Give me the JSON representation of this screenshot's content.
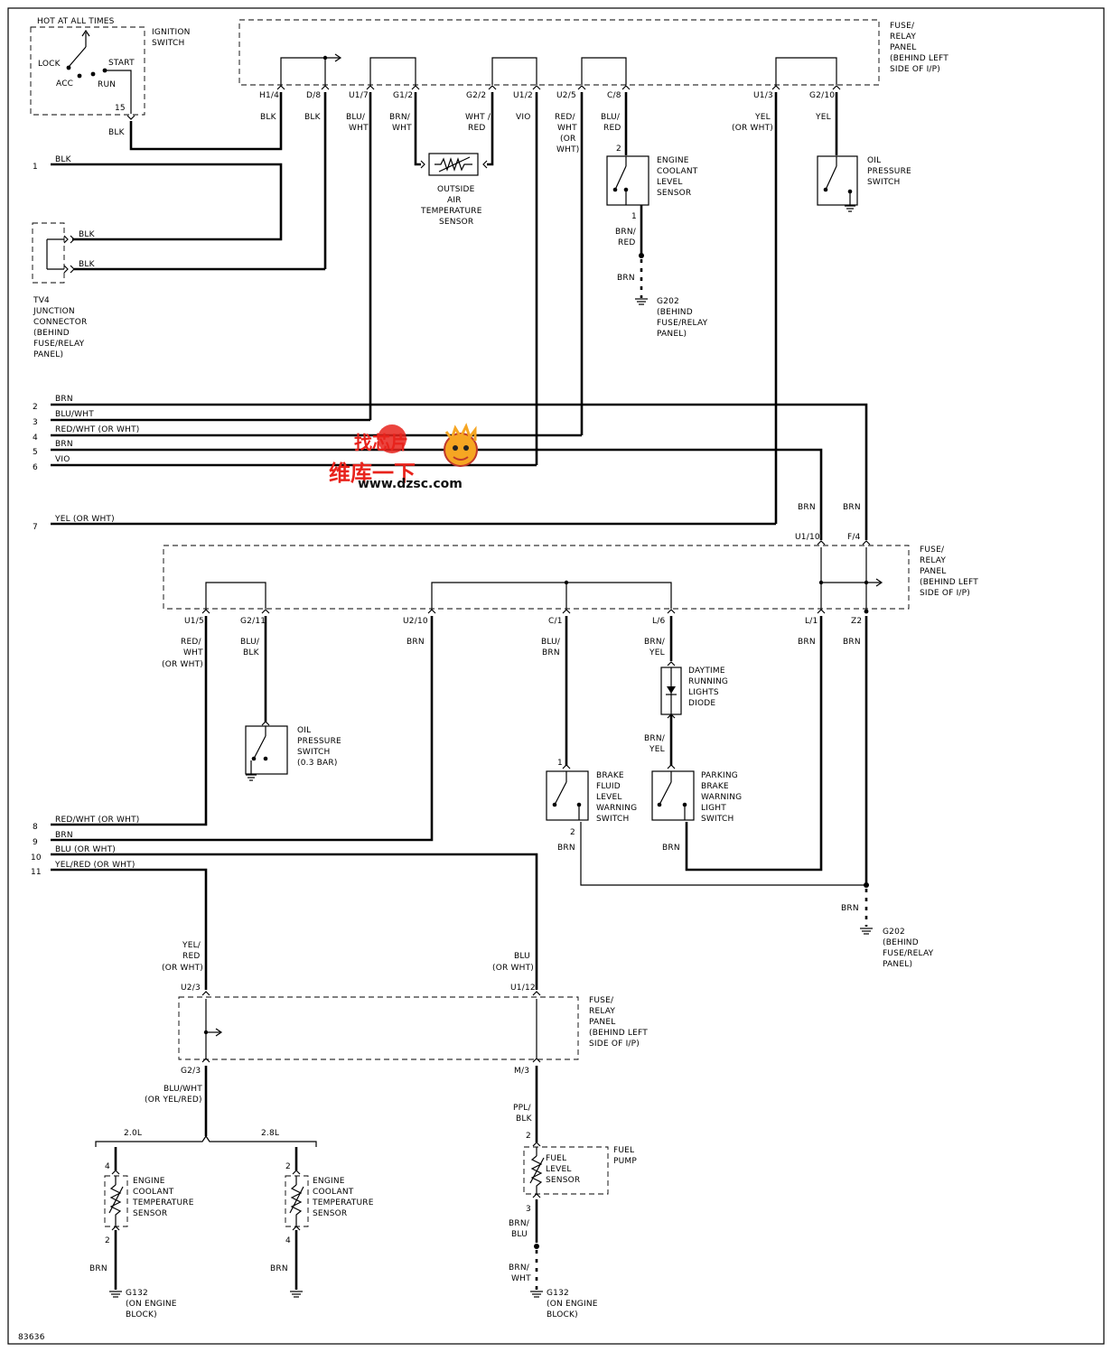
{
  "title": {
    "hot": "HOT AT ALL TIMES",
    "fig_id": "83636"
  },
  "panels": {
    "top": [
      "FUSE/",
      "RELAY",
      "PANEL",
      "(BEHIND LEFT",
      "SIDE OF I/P)"
    ],
    "middle": [
      "FUSE/",
      "RELAY",
      "PANEL",
      "(BEHIND LEFT",
      "SIDE OF I/P)"
    ],
    "bottom": [
      "FUSE/",
      "RELAY",
      "PANEL",
      "(BEHIND LEFT",
      "SIDE OF I/P)"
    ]
  },
  "components": {
    "ignition": [
      "IGNITION",
      "SWITCH"
    ],
    "ign_positions": {
      "lock": "LOCK",
      "acc": "ACC",
      "run": "RUN",
      "start": "START",
      "pin": "15"
    },
    "tv4": [
      "TV4",
      "JUNCTION",
      "CONNECTOR",
      "(BEHIND",
      "FUSE/RELAY",
      "PANEL)"
    ],
    "oat": [
      "OUTSIDE",
      "AIR",
      "TEMPERATURE",
      "SENSOR"
    ],
    "eclevel": [
      "ENGINE",
      "COOLANT",
      "LEVEL",
      "SENSOR"
    ],
    "oilpress": [
      "OIL",
      "PRESSURE",
      "SWITCH"
    ],
    "oilpress03": [
      "OIL",
      "PRESSURE",
      "SWITCH",
      "(0.3 BAR)"
    ],
    "drl": [
      "DAYTIME",
      "RUNNING",
      "LIGHTS",
      "DIODE"
    ],
    "brakefluid": [
      "BRAKE",
      "FLUID",
      "LEVEL",
      "WARNING",
      "SWITCH"
    ],
    "parkbrake": [
      "PARKING",
      "BRAKE",
      "WARNING",
      "LIGHT",
      "SWITCH"
    ],
    "ect": [
      "ENGINE",
      "COOLANT",
      "TEMPERATURE",
      "SENSOR"
    ],
    "fuellevel": [
      "FUEL",
      "LEVEL",
      "SENSOR"
    ],
    "fuelpump": [
      "FUEL",
      "PUMP"
    ],
    "engine20": "2.0L",
    "engine28": "2.8L"
  },
  "grounds": {
    "g202_top": [
      "G202",
      "(BEHIND",
      "FUSE/RELAY",
      "PANEL)"
    ],
    "g202_mid": [
      "G202",
      "(BEHIND",
      "FUSE/RELAY",
      "PANEL)"
    ],
    "g132_left": [
      "G132",
      "(ON ENGINE",
      "BLOCK)"
    ],
    "g132_right": [
      "G132",
      "(ON ENGINE",
      "BLOCK)"
    ]
  },
  "connectors_top": [
    "H1/4",
    "D/8",
    "U1/7",
    "G1/2",
    "G2/2",
    "U1/2",
    "U2/5",
    "C/8",
    "U1/3",
    "G2/10"
  ],
  "connectors_mid_top": [
    "U1/10",
    "F/4"
  ],
  "connectors_mid": [
    "U1/5",
    "G2/11",
    "U2/10",
    "C/1",
    "L/6",
    "L/1",
    "Z2"
  ],
  "connectors_bot_top": [
    "U2/3",
    "U1/12"
  ],
  "connectors_bot": [
    "G2/3",
    "M/3"
  ],
  "pins": [
    "1",
    "2",
    "3",
    "4",
    "5",
    "6",
    "7",
    "8",
    "9",
    "10",
    "11"
  ],
  "cmp_pins": {
    "eclevel_a": "2",
    "eclevel_b": "1",
    "bf_a": "1",
    "bf_b": "2",
    "ect1_a": "4",
    "ect1_b": "2",
    "ect2_a": "2",
    "ect2_b": "4",
    "fl_a": "2",
    "fl_b": "3"
  },
  "left_wires": [
    "BLK",
    "BRN",
    "BLU/WHT",
    "RED/WHT (OR WHT)",
    "BRN",
    "VIO",
    "YEL (OR WHT)",
    "RED/WHT (OR WHT)",
    "BRN",
    "BLU (OR WHT)",
    "YEL/RED (OR WHT)"
  ],
  "wire_labels": {
    "ign_blk": "BLK",
    "tv4_1": "BLK",
    "tv4_2": "BLK",
    "h14": [
      "BLK"
    ],
    "d8": [
      "BLK"
    ],
    "u17": [
      "BLU/",
      "WHT"
    ],
    "g12": [
      "BRN/",
      "WHT"
    ],
    "g22": [
      "WHT /",
      "RED"
    ],
    "u12": [
      "VIO"
    ],
    "u25": [
      "RED/",
      "WHT",
      "(OR",
      "WHT)"
    ],
    "c8": [
      "BLU/",
      "RED"
    ],
    "u13": [
      "YEL",
      "(OR WHT)"
    ],
    "g210": [
      "YEL"
    ],
    "ecl_out": [
      "BRN/",
      "RED"
    ],
    "ecl_gnd": "BRN",
    "mid_brn1": "BRN",
    "mid_brn2": "BRN",
    "u15": [
      "RED/",
      "WHT",
      "(OR WHT)"
    ],
    "g211": [
      "BLU/",
      "BLK"
    ],
    "u210": [
      "BRN"
    ],
    "c1": [
      "BLU/",
      "BRN"
    ],
    "l6": [
      "BRN/",
      "YEL"
    ],
    "l1": [
      "BRN"
    ],
    "z2": [
      "BRN"
    ],
    "drl_out": [
      "BRN/",
      "YEL"
    ],
    "bf_out": "BRN",
    "pb_out": "BRN",
    "g202m": "BRN",
    "u23": [
      "YEL/",
      "RED",
      "(OR WHT)"
    ],
    "u112": [
      "BLU",
      "(OR WHT)"
    ],
    "g23": [
      "BLU/WHT",
      "(OR YEL/RED)"
    ],
    "m3": [
      "PPL/",
      "BLK"
    ],
    "ect1_gnd": "BRN",
    "ect2_gnd": "BRN",
    "fl_out": [
      "BRN/",
      "BLU"
    ],
    "fl_gnd": [
      "BRN/",
      "WHT"
    ]
  },
  "watermark": {
    "cn1": "找芯片",
    "cn2": "维库一下",
    "url": "www.dzsc.com",
    "color": "#e8231c"
  }
}
